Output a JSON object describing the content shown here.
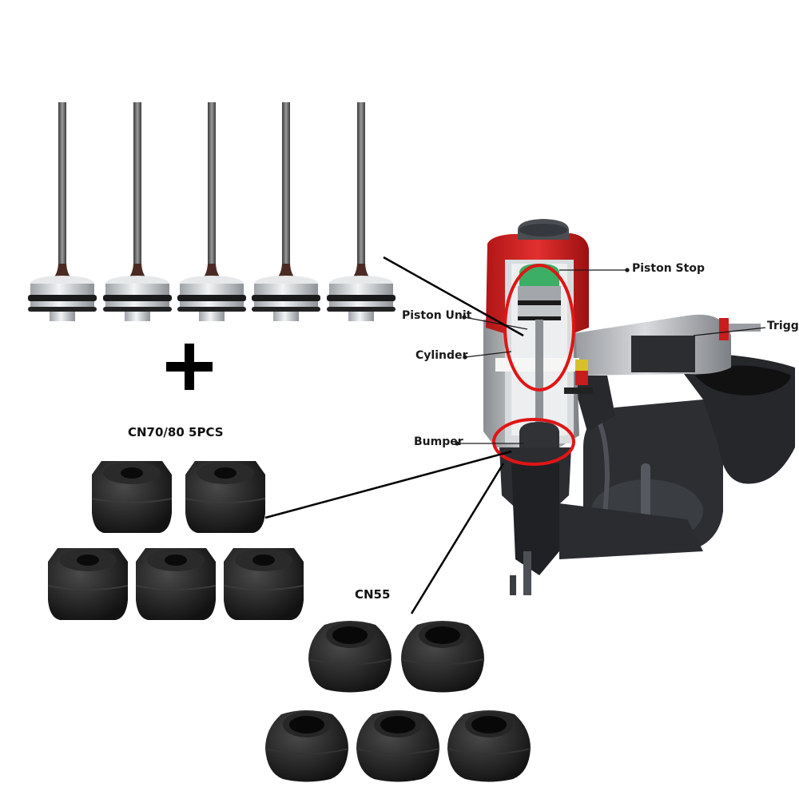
{
  "labels": {
    "piston_stop": "Piston Stop",
    "piston_unit": "Piston Unit",
    "cylinder": "Cylinder",
    "bumper": "Bumper",
    "trigger": "Trigger",
    "cn7080": "CN70/80 5PCS",
    "cn55": "CN55"
  },
  "colors": {
    "tool_red": "#d41e1e",
    "tool_dark": "#2b2d31",
    "bumper_black": "#1c1c1c",
    "piston_silver": "#cfd3d6",
    "highlight_ring": "#e01515"
  },
  "icons": {
    "plus": "plus-icon"
  }
}
